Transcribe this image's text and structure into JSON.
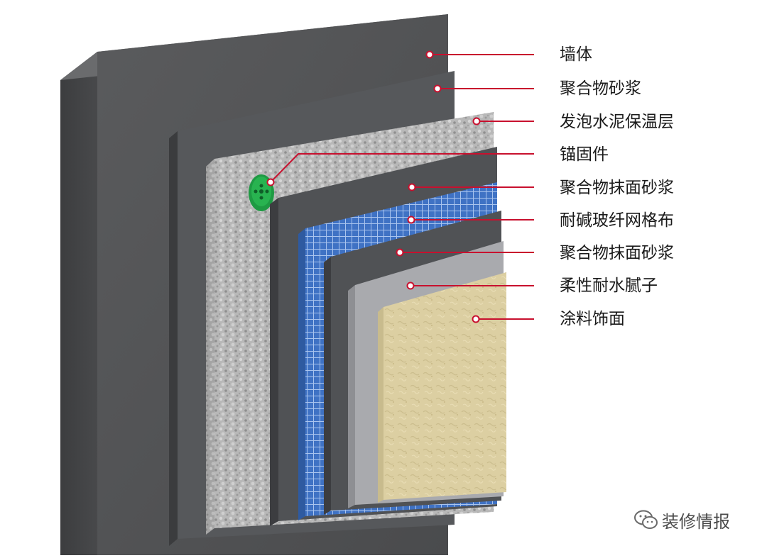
{
  "diagram": {
    "layers": [
      {
        "id": "wall",
        "label": "墙体",
        "color": "#4f5052"
      },
      {
        "id": "polymer-mortar",
        "label": "聚合物砂浆",
        "color": "#55575a"
      },
      {
        "id": "foam-cement",
        "label": "发泡水泥保温层",
        "color": "#b9b9b9"
      },
      {
        "id": "anchor",
        "label": "锚固件",
        "color": "#22a64a"
      },
      {
        "id": "plaster-mortar-1",
        "label": "聚合物抹面砂浆",
        "color": "#505255"
      },
      {
        "id": "mesh",
        "label": "耐碱玻纤网格布",
        "color": "#3c6fc0"
      },
      {
        "id": "plaster-mortar-2",
        "label": "聚合物抹面砂浆",
        "color": "#505255"
      },
      {
        "id": "putty",
        "label": "柔性耐水腻子",
        "color": "#a9aaae"
      },
      {
        "id": "coating",
        "label": "涂料饰面",
        "color": "#dccfa2"
      }
    ],
    "leader_color": "#c8102e"
  },
  "watermark": {
    "text": "装修情报",
    "icon": "wechat-icon"
  }
}
